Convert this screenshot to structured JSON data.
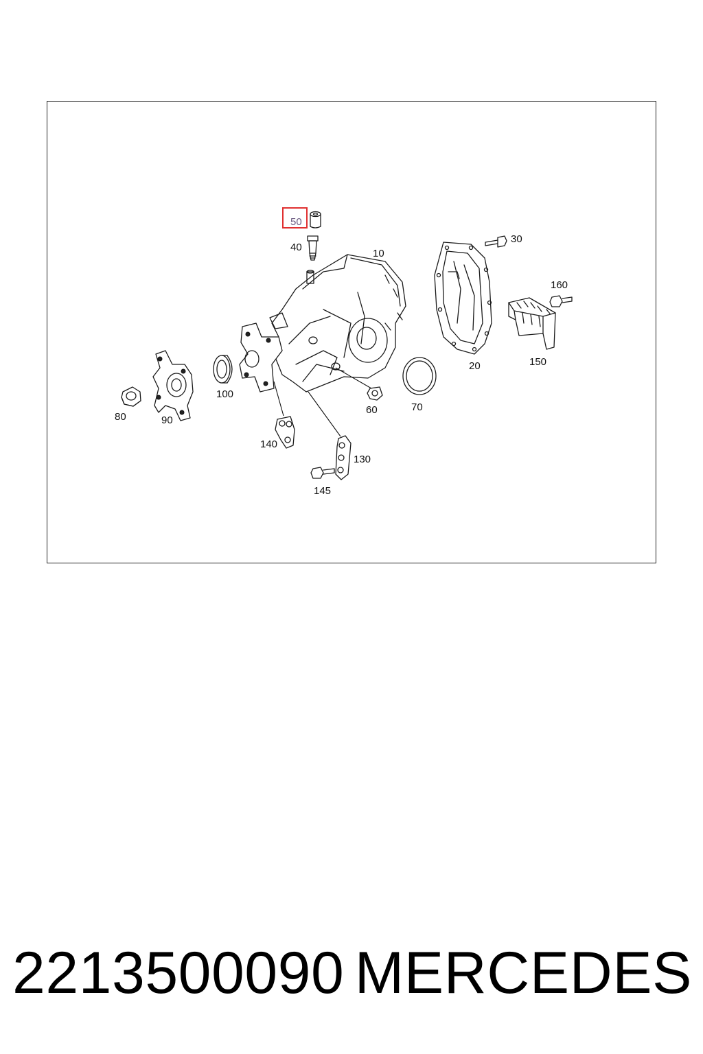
{
  "callouts": {
    "c10": "10",
    "c20": "20",
    "c30": "30",
    "c40": "40",
    "c50": "50",
    "c60": "60",
    "c70": "70",
    "c80": "80",
    "c90": "90",
    "c100": "100",
    "c130": "130",
    "c140": "140",
    "c145": "145",
    "c150": "150",
    "c160": "160"
  },
  "highlight": {
    "callout": "50",
    "color": "#e03030"
  },
  "footer": {
    "part_number": "2213500090",
    "brand": "MERCEDES"
  }
}
